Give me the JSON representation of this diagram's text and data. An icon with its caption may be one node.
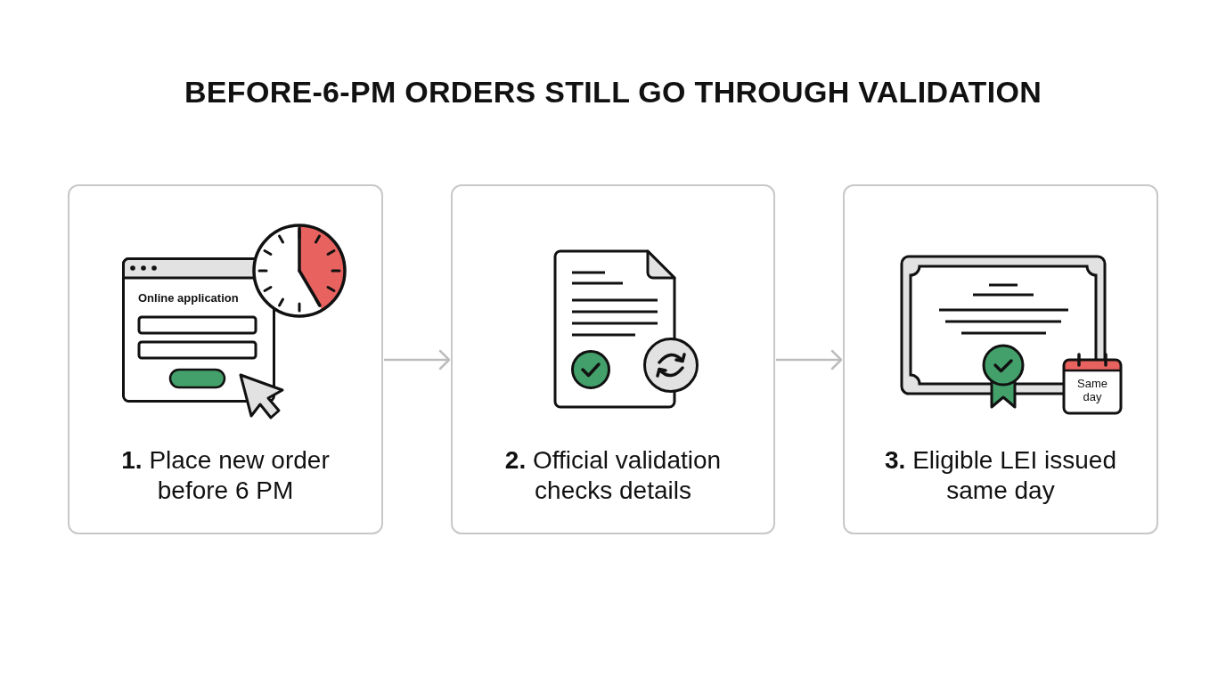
{
  "diagram": {
    "title": "BEFORE-6-PM ORDERS STILL GO THROUGH VALIDATION",
    "nodes": [
      {
        "text": [
          "Online application",
          "**1.** Place new order before 6 PM"
        ]
      },
      {
        "text": [
          "**2.** Official validation checks details"
        ]
      },
      {
        "text": [
          "Same day",
          "**3.** Eligible LEI issued same day"
        ]
      }
    ],
    "edges": [
      {
        "from": 0,
        "to": 1,
        "arrow": "to"
      },
      {
        "from": 1,
        "to": 2,
        "arrow": "to"
      }
    ]
  }
}
